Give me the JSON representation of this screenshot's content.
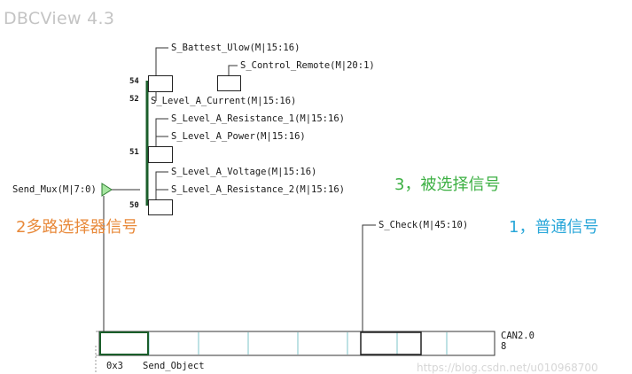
{
  "app": {
    "title": "DBCView 4.3"
  },
  "multiplexor": {
    "label": "Send_Mux(M|7:0)"
  },
  "mux_positions": [
    "54",
    "52",
    "51",
    "50"
  ],
  "signals": [
    "S_Battest_Ulow(M|15:16)",
    "S_Control_Remote(M|20:1)",
    "S_Level_A_Current(M|15:16)",
    "S_Level_A_Resistance_1(M|15:16)",
    "S_Level_A_Power(M|15:16)",
    "S_Level_A_Voltage(M|15:16)",
    "S_Level_A_Resistance_2(M|15:16)",
    "S_Check(M|45:10)"
  ],
  "annotations": {
    "normal": "1，普通信号",
    "multiplexor": "2多路选择器信号",
    "multiplexed": "3，被选择信号"
  },
  "colors": {
    "normal": "#2aa7d9",
    "multiplexor": "#e8893a",
    "multiplexed": "#3cb043",
    "frame_cell_lines": "#7ec4c8"
  },
  "message": {
    "bus": "CAN2.0",
    "dlc": "8",
    "id": "0x3",
    "name": "Send_Object"
  },
  "watermark": "https://blog.csdn.net/u010968700"
}
